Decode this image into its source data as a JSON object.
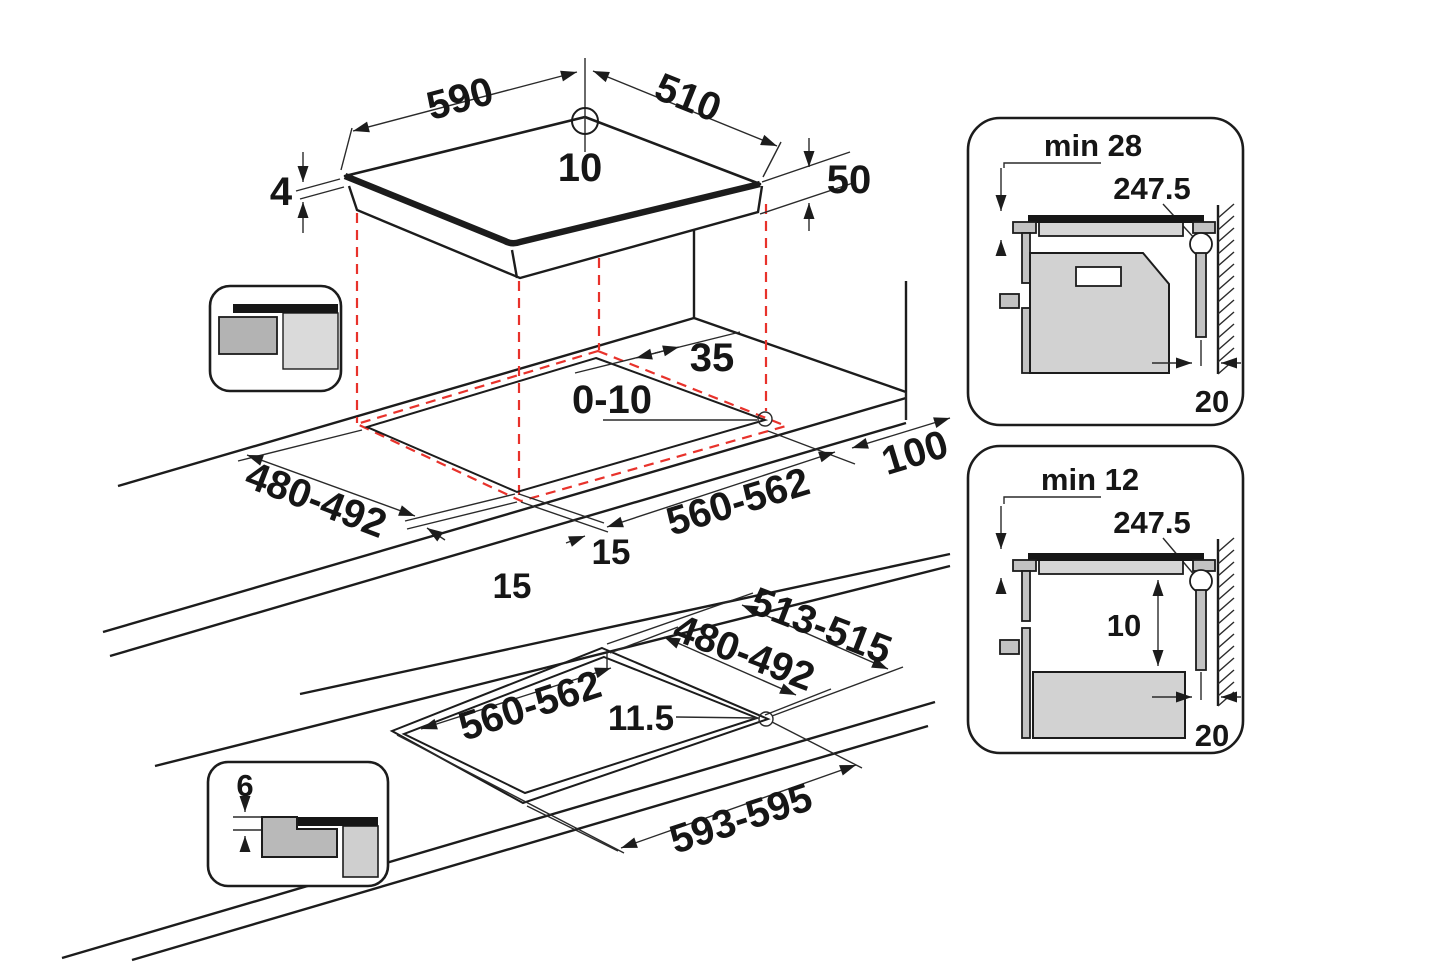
{
  "colors": {
    "line": "#1c1c1c",
    "projection_red": "#e8322b",
    "gray_light": "#d6d6d6",
    "gray_mid": "#c2c2c2"
  },
  "top_view": {
    "width": "590",
    "depth": "510",
    "hole_offset": "10",
    "glass_thickness": "4",
    "body_height": "50"
  },
  "middle_view": {
    "rear_clearance": "35",
    "glass_overhang": "0-10",
    "wall_clearance": "100",
    "cutout_depth": "480-492",
    "cutout_width": "560-562",
    "inset_front": "15",
    "inset_side": "15"
  },
  "bottom_view": {
    "ledge_depth": "513-515",
    "cutout_depth": "480-492",
    "cutout_width": "560-562",
    "corner_offset": "11.5",
    "ledge_width": "593-595"
  },
  "flush_detail": {
    "step_depth": "6"
  },
  "side_view_top": {
    "clearance": "min 28",
    "cable_position": "247.5",
    "wall_gap": "20"
  },
  "side_view_bottom": {
    "clearance": "min 12",
    "cable_position": "247.5",
    "hob_drawer_gap": "10",
    "wall_gap": "20"
  }
}
